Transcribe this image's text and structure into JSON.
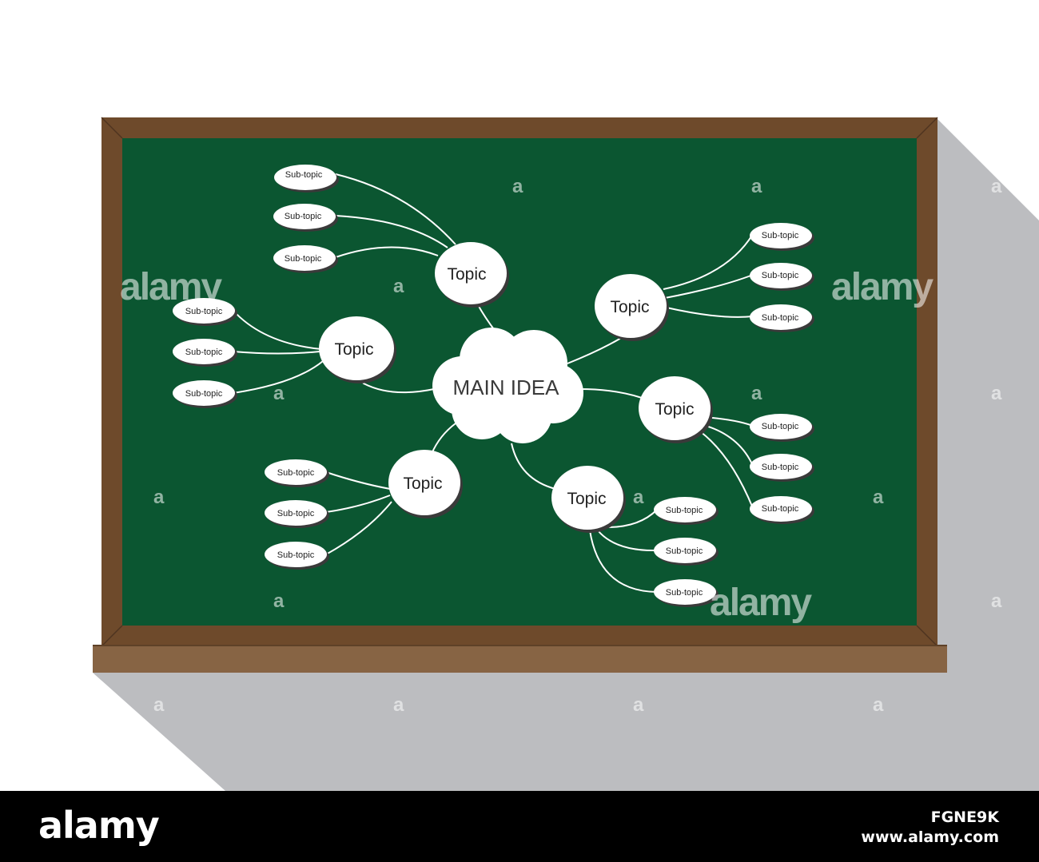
{
  "diagram": {
    "main_idea": "MAIN IDEA",
    "topics": [
      {
        "label": "Topic",
        "subtopics": [
          "Sub-topic",
          "Sub-topic",
          "Sub-topic"
        ]
      },
      {
        "label": "Topic",
        "subtopics": [
          "Sub-topic",
          "Sub-topic",
          "Sub-topic"
        ]
      },
      {
        "label": "Topic",
        "subtopics": [
          "Sub-topic",
          "Sub-topic",
          "Sub-topic"
        ]
      },
      {
        "label": "Topic",
        "subtopics": [
          "Sub-topic",
          "Sub-topic",
          "Sub-topic"
        ]
      },
      {
        "label": "Topic",
        "subtopics": [
          "Sub-topic",
          "Sub-topic",
          "Sub-topic"
        ]
      },
      {
        "label": "Topic",
        "subtopics": [
          "Sub-topic",
          "Sub-topic",
          "Sub-topic"
        ]
      }
    ]
  },
  "watermark": {
    "logo_text": "alamy",
    "letter": "a",
    "image_id": "FGNE9K",
    "url": "www.alamy.com"
  },
  "colors": {
    "board": "#0b5631",
    "frame": "#6e4a2b",
    "ledge": "#876444",
    "shadow": "#bcbdc0",
    "node": "#ffffff",
    "node_shadow": "#3a3a3a",
    "line": "#ffffff"
  }
}
